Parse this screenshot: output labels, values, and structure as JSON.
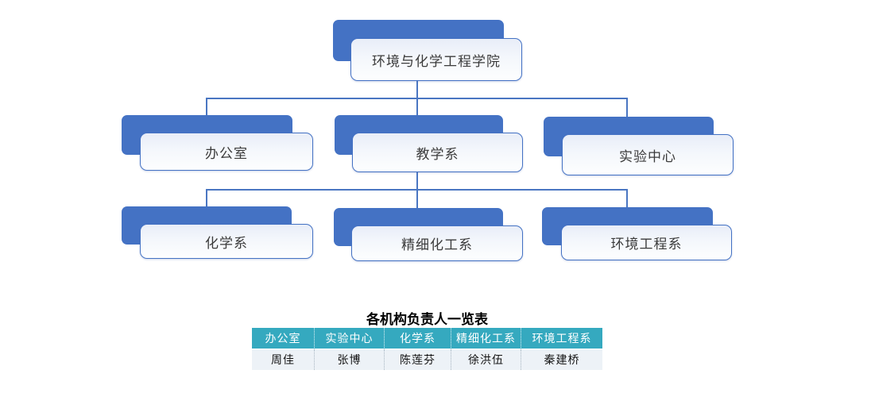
{
  "org_chart": {
    "root": {
      "label": "环境与化学工程学院"
    },
    "level2": [
      {
        "label": "办公室"
      },
      {
        "label": "教学系"
      },
      {
        "label": "实验中心"
      }
    ],
    "level3": [
      {
        "label": "化学系"
      },
      {
        "label": "精细化工系"
      },
      {
        "label": "环境工程系"
      }
    ]
  },
  "table": {
    "title": "各机构负责人一览表",
    "headers": [
      "办公室",
      "实验中心",
      "化学系",
      "精细化工系",
      "环境工程系"
    ],
    "leaders": [
      "周佳",
      "张博",
      "陈莲芬",
      "徐洪伍",
      "秦建桥"
    ]
  },
  "colors": {
    "node_fill": "#4472C4",
    "node_border": "#4472C4",
    "node_text": "#3B3B3B",
    "connector": "#4A76C2",
    "table_header_bg": "#35A9BF",
    "table_header_text": "#FFFFFF",
    "table_row_bg": "#EDF2F7"
  }
}
